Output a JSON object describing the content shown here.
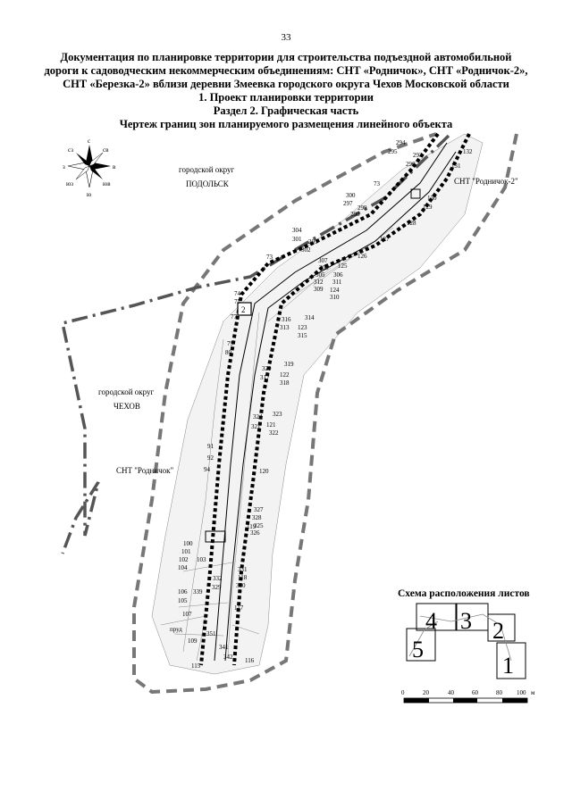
{
  "page_number": "33",
  "header": {
    "line1": "Документация по планировке территории для строительства подъездной автомобильной",
    "line2": "дороги к садоводческим некоммерческим объединениям: СНТ «Родничок», СНТ «Родничок-2»,",
    "line3": "СНТ «Березка-2» вблизи деревни Змеевка городского округа Чехов Московской области",
    "line4": "1. Проект планировки территории",
    "line5": "Раздел 2. Графическая часть",
    "line6": "Чертеж границ зон планируемого размещения линейного объекта"
  },
  "compass": {
    "n": "с",
    "s": "ю",
    "w": "з",
    "e": "в",
    "nw": "сз",
    "ne": "св",
    "sw": "юз",
    "se": "юв"
  },
  "areas": {
    "podolsk_1": "городской округ",
    "podolsk_2": "ПОДОЛЬСК",
    "chekhov_1": "городской округ",
    "chekhov_2": "ЧЕХОВ",
    "snt_rodnichok": "СНТ \"Родничок\"",
    "snt_rodnichok2": "СНТ \"Родничок-2\"",
    "pond": "пруд"
  },
  "zone_marker": "2",
  "point_labels": {
    "p294": "294",
    "p295": "295",
    "p293": "293",
    "p296": "296",
    "p131": "131",
    "p132": "132",
    "p73a": "73",
    "p300": "300",
    "p297": "297",
    "p299": "299",
    "p298": "298",
    "p130": "130",
    "p129": "129",
    "p128": "128",
    "p127": "127",
    "p304": "304",
    "p301": "301",
    "p303": "303",
    "p302": "302",
    "p126": "126",
    "p73b": "73",
    "p307": "307",
    "p125": "125",
    "p308": "308",
    "p305": "305",
    "p306": "306",
    "p312": "312",
    "p311": "311",
    "p309": "309",
    "p124": "124",
    "p310": "310",
    "p74": "74",
    "p75": "75",
    "p77": "77",
    "p316": "316",
    "p314": "314",
    "p313": "313",
    "p123": "123",
    "p315": "315",
    "p79": "79",
    "p80": "80",
    "p319": "319",
    "p320": "320",
    "p122": "122",
    "p317": "317",
    "p318": "318",
    "p324": "324",
    "p323": "323",
    "p121": "121",
    "p321": "321",
    "p322": "322",
    "p91": "91",
    "p92": "92",
    "p94": "94",
    "p120": "120",
    "p327": "327",
    "p328": "328",
    "p325": "325",
    "p326": "326",
    "p119": "119",
    "p100": "100",
    "p101": "101",
    "p102": "102",
    "p103": "103",
    "p104": "104",
    "p331": "331",
    "p118": "118",
    "p332": "332",
    "p330": "330",
    "p329": "329",
    "p106": "106",
    "p105": "105",
    "p339": "339",
    "p117": "117",
    "p107": "107",
    "p351": "351",
    "p109": "109",
    "p341": "341",
    "p342": "342",
    "p116": "116",
    "p115": "115"
  },
  "scheme": {
    "title": "Схема расположения листов",
    "sheets": [
      "4",
      "3",
      "2",
      "5",
      "1"
    ]
  },
  "scale": {
    "ticks": [
      "0",
      "20",
      "40",
      "60",
      "80",
      "100"
    ],
    "unit": "м"
  }
}
